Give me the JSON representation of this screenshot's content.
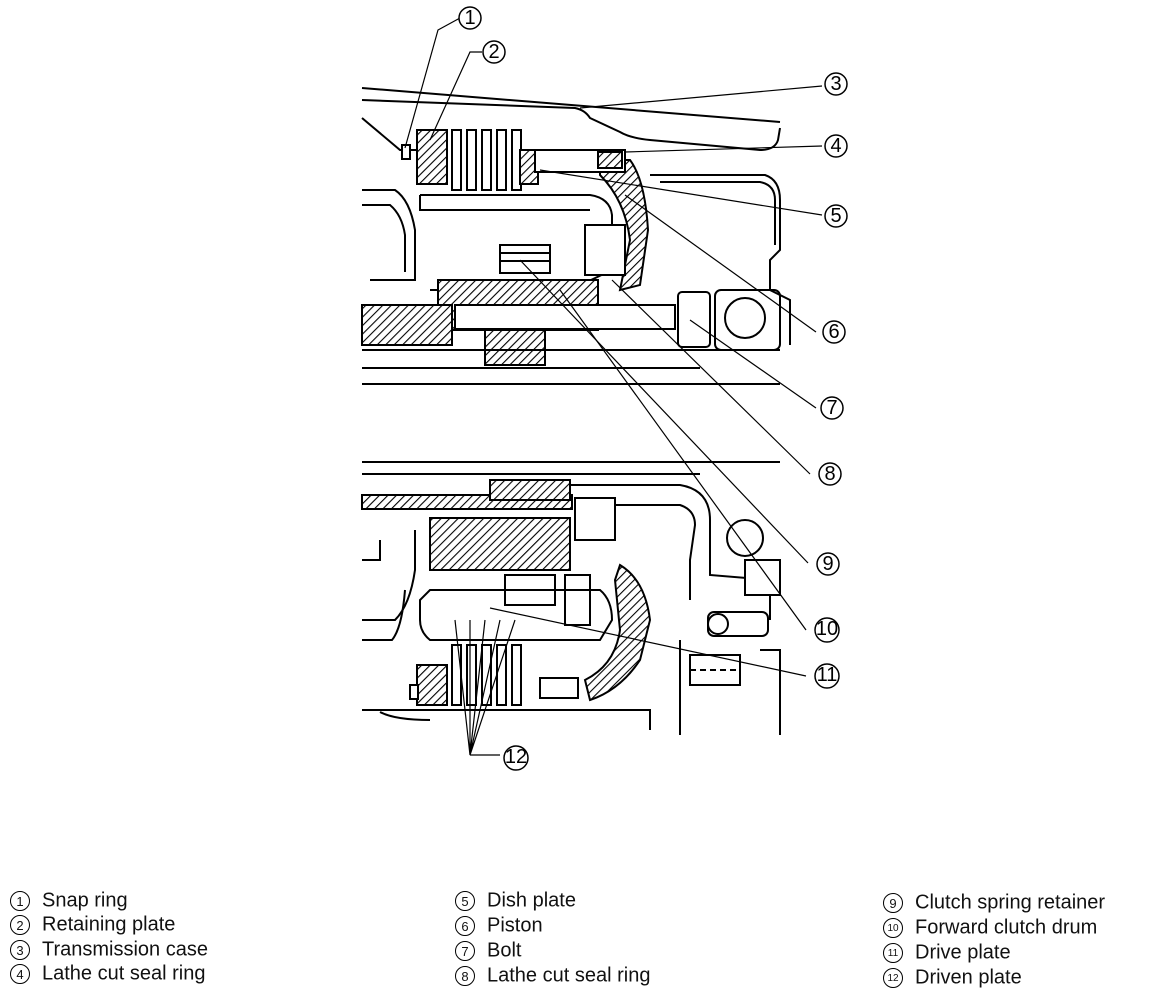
{
  "callouts": [
    "1",
    "2",
    "3",
    "4",
    "5",
    "6",
    "7",
    "8",
    "9",
    "10",
    "11",
    "12"
  ],
  "legend": [
    {
      "num": "1",
      "text": "Snap ring"
    },
    {
      "num": "2",
      "text": "Retaining plate"
    },
    {
      "num": "3",
      "text": "Transmission case"
    },
    {
      "num": "4",
      "text": "Lathe cut seal ring"
    },
    {
      "num": "5",
      "text": "Dish plate"
    },
    {
      "num": "6",
      "text": "Piston"
    },
    {
      "num": "7",
      "text": "Bolt"
    },
    {
      "num": "8",
      "text": "Lathe cut seal ring"
    },
    {
      "num": "9",
      "text": "Clutch spring retainer"
    },
    {
      "num": "10",
      "text": "Forward clutch drum"
    },
    {
      "num": "11",
      "text": "Drive plate"
    },
    {
      "num": "12",
      "text": "Driven plate"
    }
  ]
}
